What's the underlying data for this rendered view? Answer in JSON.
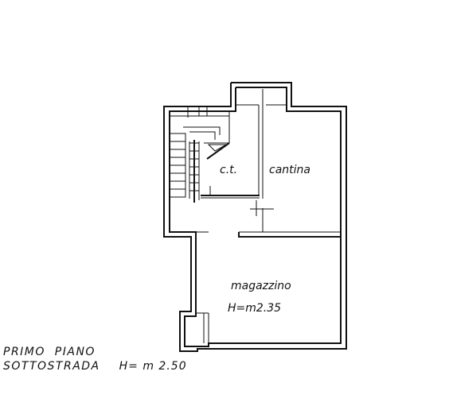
{
  "rooms": {
    "ct": "c.t.",
    "cantina": "cantina",
    "magazzino": "magazzino",
    "magazzino_height": "H=m2.35"
  },
  "caption": {
    "line1": "PRIMO  PIANO",
    "line2": "SOTTOSTRADA",
    "height": "H= m 2.50"
  }
}
